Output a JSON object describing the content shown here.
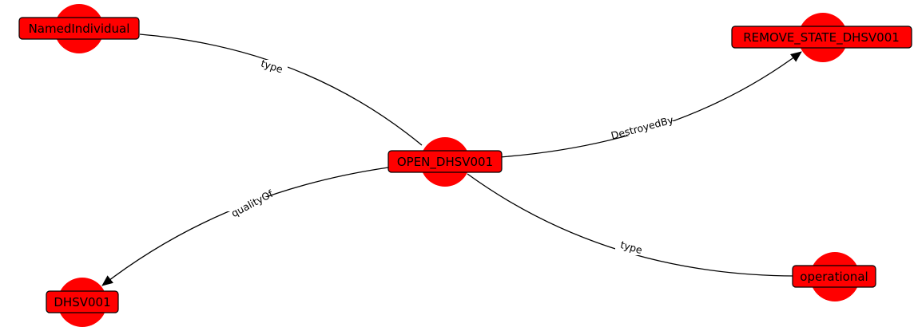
{
  "colors": {
    "node": "#ff0000",
    "edge": "#000000",
    "background": "#ffffff"
  },
  "graph": {
    "nodes": [
      {
        "id": "named",
        "label": "NamedIndividual"
      },
      {
        "id": "remove",
        "label": "REMOVE_STATE_DHSV001"
      },
      {
        "id": "open",
        "label": "OPEN_DHSV001"
      },
      {
        "id": "dhsv",
        "label": "DHSV001"
      },
      {
        "id": "operational",
        "label": "operational"
      }
    ],
    "edges": [
      {
        "id": "type1",
        "from": "open",
        "to": "named",
        "label": "type",
        "directed": false
      },
      {
        "id": "destroyed",
        "from": "open",
        "to": "remove",
        "label": "DestroyedBy",
        "directed": true
      },
      {
        "id": "quality",
        "from": "open",
        "to": "dhsv",
        "label": "qualityOf",
        "directed": true
      },
      {
        "id": "type2",
        "from": "open",
        "to": "operational",
        "label": "type",
        "directed": false
      }
    ]
  }
}
